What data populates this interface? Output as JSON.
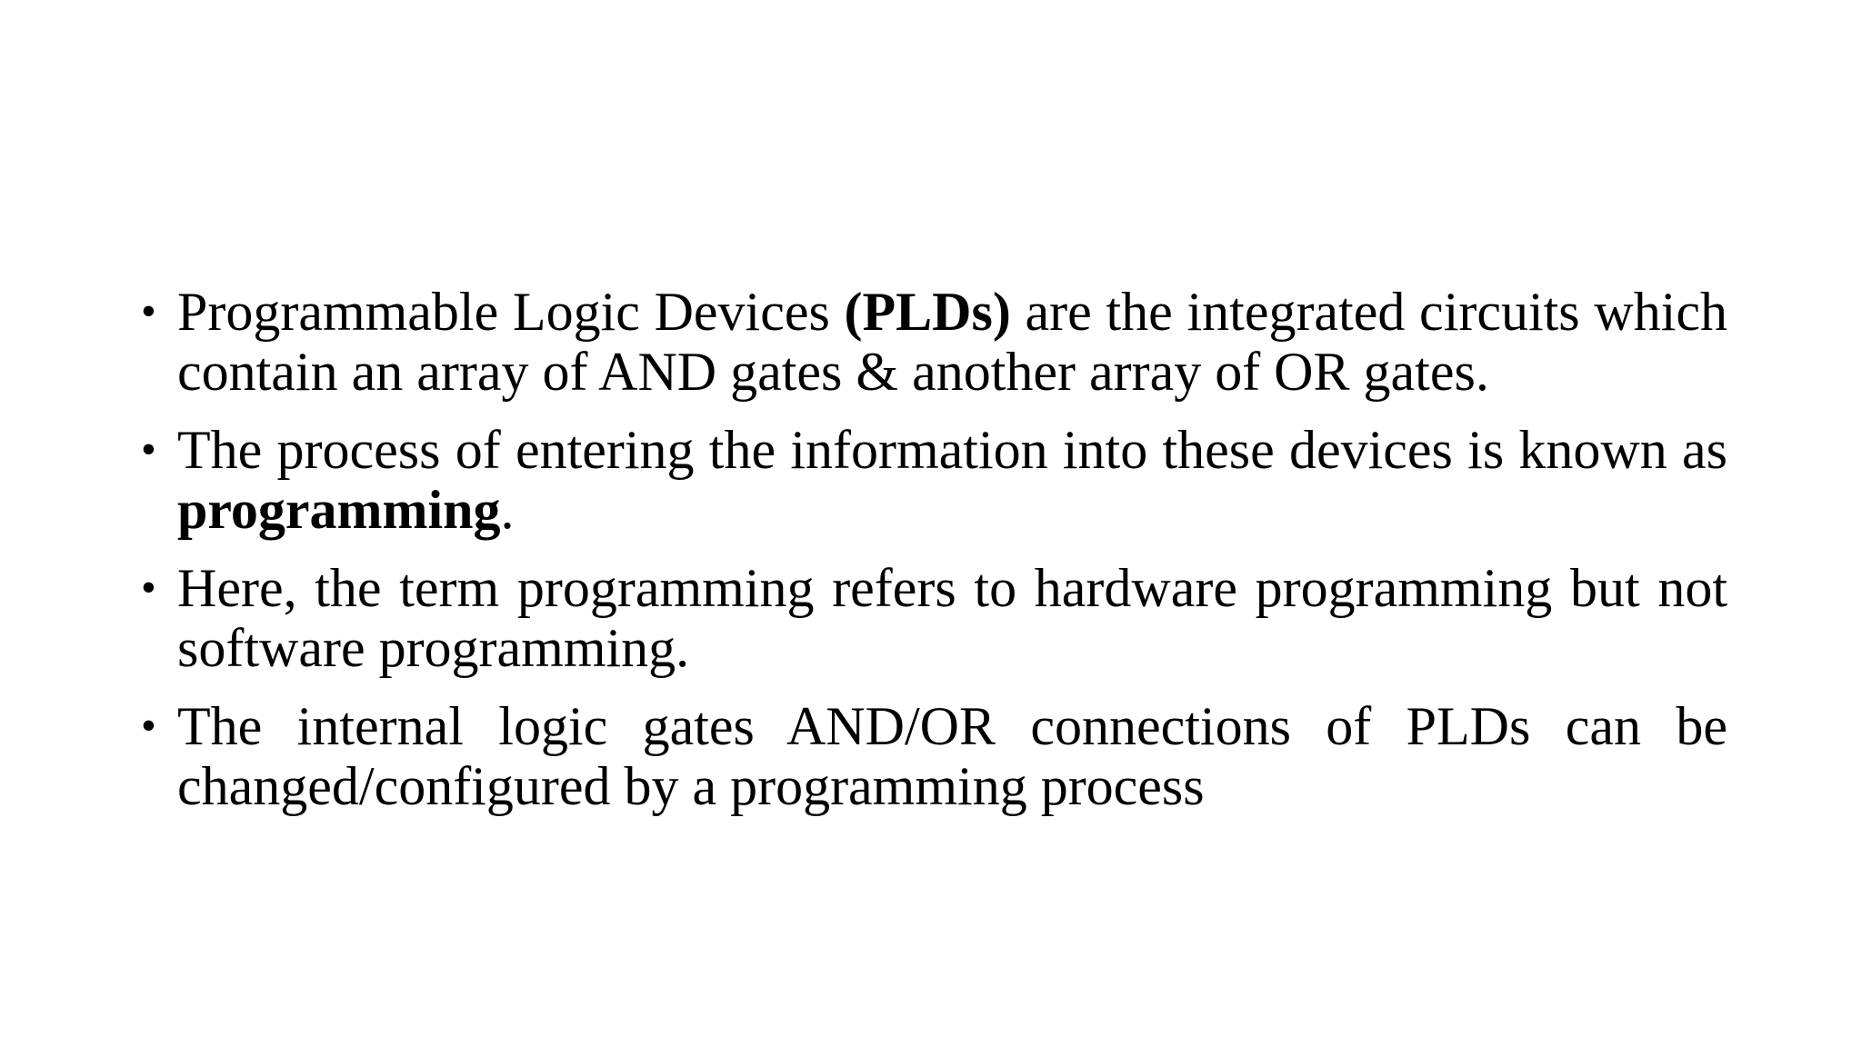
{
  "bullet_char": "•",
  "bullets": [
    {
      "before": "Programmable Logic Devices ",
      "bold": "(PLDs)",
      "after": " are the integrated circuits which contain an array of AND gates & another array of OR gates."
    },
    {
      "before": "The process of entering the information into these devices is known as ",
      "bold": "programming",
      "after": "."
    },
    {
      "before": "Here, the term programming refers to hardware programming but not software programming.",
      "bold": "",
      "after": ""
    },
    {
      "before": "The internal logic gates AND/OR connections of PLDs can be changed/configured by a programming process",
      "bold": "",
      "after": ""
    }
  ]
}
